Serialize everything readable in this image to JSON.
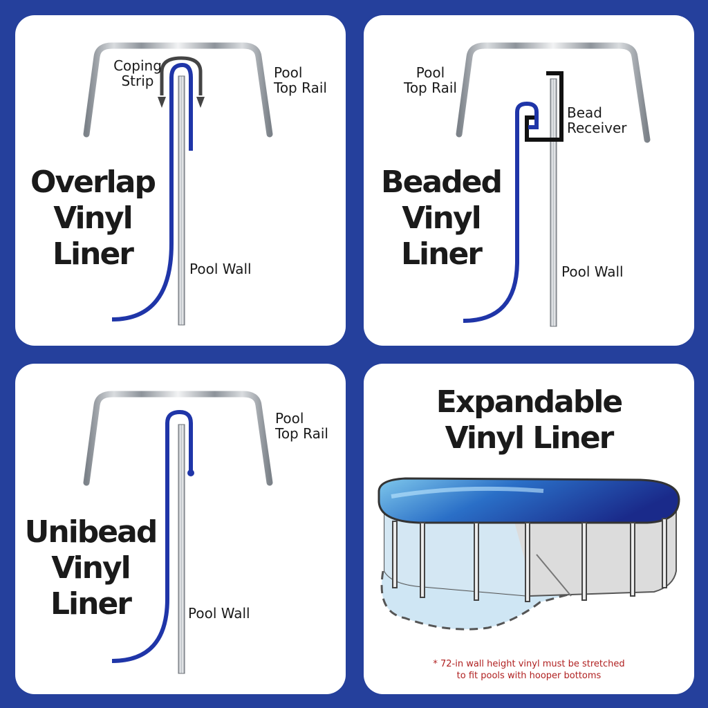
{
  "panels": {
    "overlap": {
      "title_line1": "Overlap",
      "title_line2": "Vinyl Liner",
      "coping_line1": "Coping",
      "coping_line2": "Strip",
      "rail_line1": "Pool",
      "rail_line2": "Top Rail",
      "wall": "Pool Wall"
    },
    "beaded": {
      "title_line1": "Beaded",
      "title_line2": "Vinyl Liner",
      "rail_line1": "Pool",
      "rail_line2": "Top Rail",
      "bead_line1": "Bead",
      "bead_line2": "Receiver",
      "wall": "Pool Wall"
    },
    "unibead": {
      "title_line1": "Unibead",
      "title_line2": "Vinyl Liner",
      "rail_line1": "Pool",
      "rail_line2": "Top Rail",
      "wall": "Pool Wall"
    },
    "expandable": {
      "title_line1": "Expandable",
      "title_line2": "Vinyl Liner",
      "note_line1": "* 72-in wall height vinyl must be stretched",
      "note_line2": "to fit pools with hooper bottoms"
    }
  },
  "colors": {
    "background": "#25409c",
    "liner_blue": "#1f35a8",
    "note_red": "#b02020"
  }
}
